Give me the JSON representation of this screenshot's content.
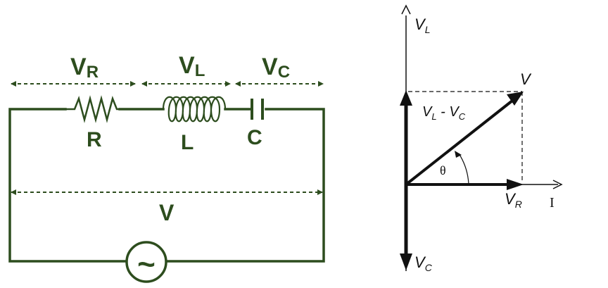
{
  "circuit": {
    "voltage_labels": {
      "resistor": {
        "main": "V",
        "sub": "R"
      },
      "inductor": {
        "main": "V",
        "sub": "L"
      },
      "capacitor": {
        "main": "V",
        "sub": "C"
      }
    },
    "component_labels": {
      "resistor": "R",
      "inductor": "L",
      "capacitor": "C"
    },
    "supply_label": "V",
    "source_symbol": "~",
    "color": "#2d4d1e"
  },
  "phasor": {
    "vl_label": {
      "main": "V",
      "sub": "L"
    },
    "vc_label": {
      "main": "V",
      "sub": "C"
    },
    "v_label": "V",
    "diff_label": {
      "a_main": "V",
      "a_sub": "L",
      "sep": " - ",
      "b_main": "V",
      "b_sub": "C"
    },
    "angle_label": "θ",
    "vr_label": {
      "main": "V",
      "sub": "R"
    },
    "current_label": "I",
    "color": "#111111"
  }
}
